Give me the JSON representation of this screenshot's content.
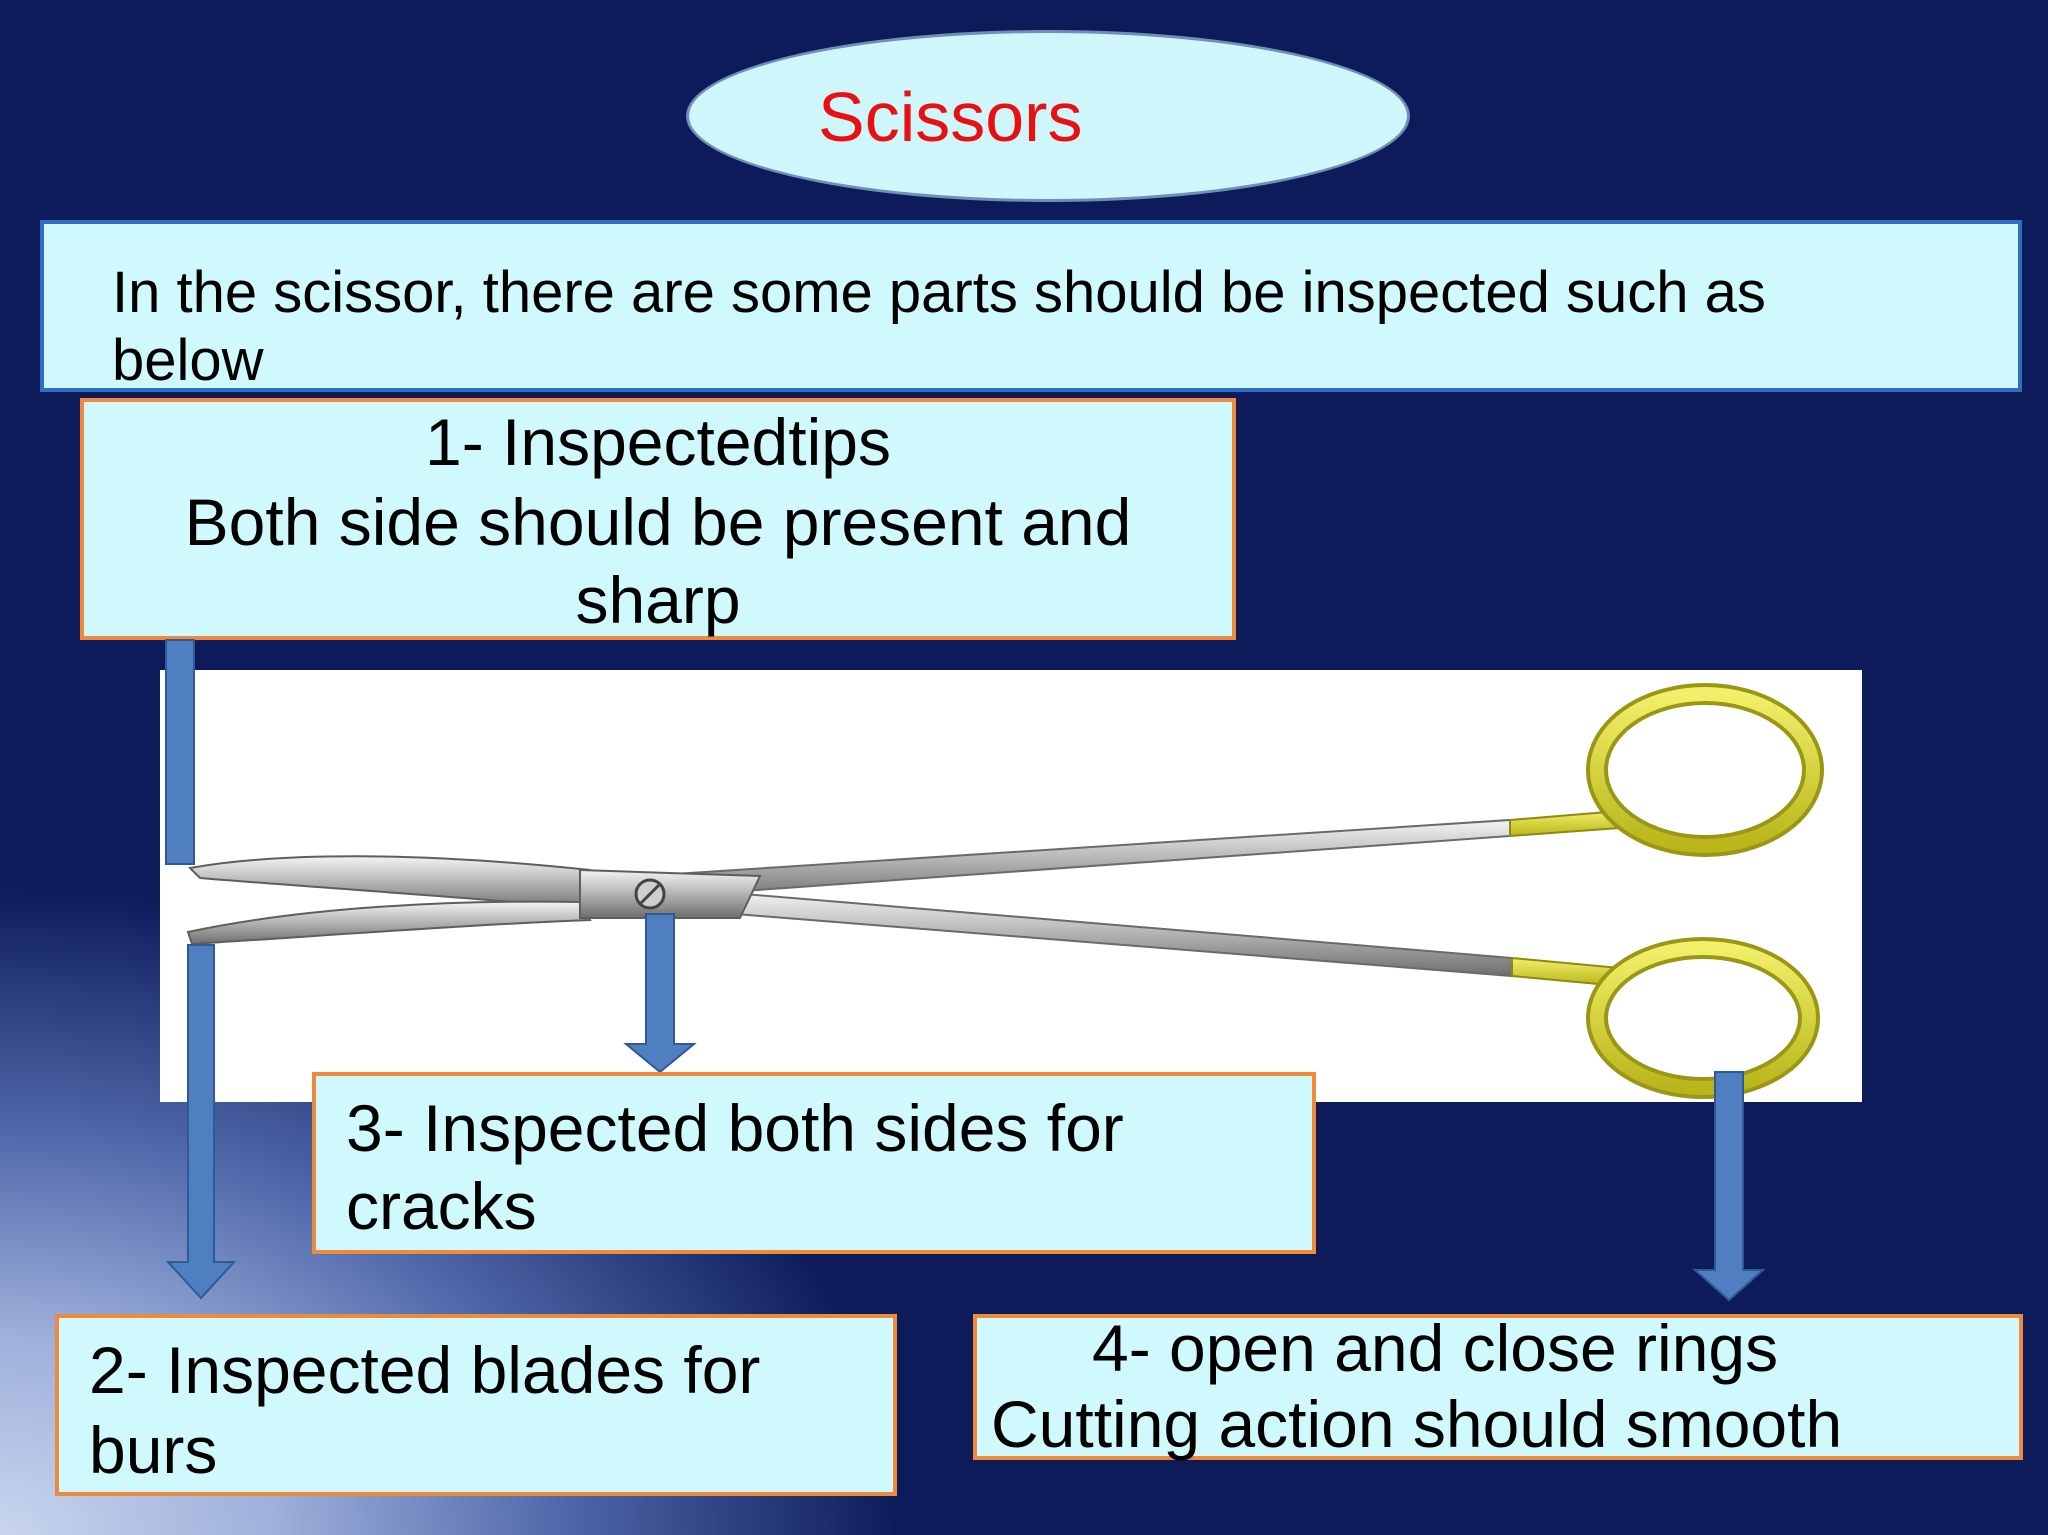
{
  "title": "Scissors",
  "intro": {
    "line1": "In the scissor, there are some parts should be inspected such as",
    "line2": "below"
  },
  "steps": [
    {
      "line1": "1- Inspectedtips",
      "line2": "Both side should be present and",
      "line3": "sharp"
    },
    {
      "line1": "2- Inspected blades for",
      "line2": "burs"
    },
    {
      "line1": "3- Inspected both sides for",
      "line2": "cracks"
    },
    {
      "line1": "4- open and close rings",
      "line2": "Cutting action should smooth"
    }
  ],
  "icons": {
    "scissors": "surgical-scissors-illustration",
    "arrow": "down-arrow-icon"
  },
  "colors": {
    "background": "#0d1b5a",
    "box_fill": "#cff9fc",
    "box_border_orange": "#ee8a3c",
    "box_border_blue": "#2e6ec3",
    "title_text": "#e81010",
    "arrow": "#4f7fc0",
    "ring_gold": "#d4d22a"
  }
}
